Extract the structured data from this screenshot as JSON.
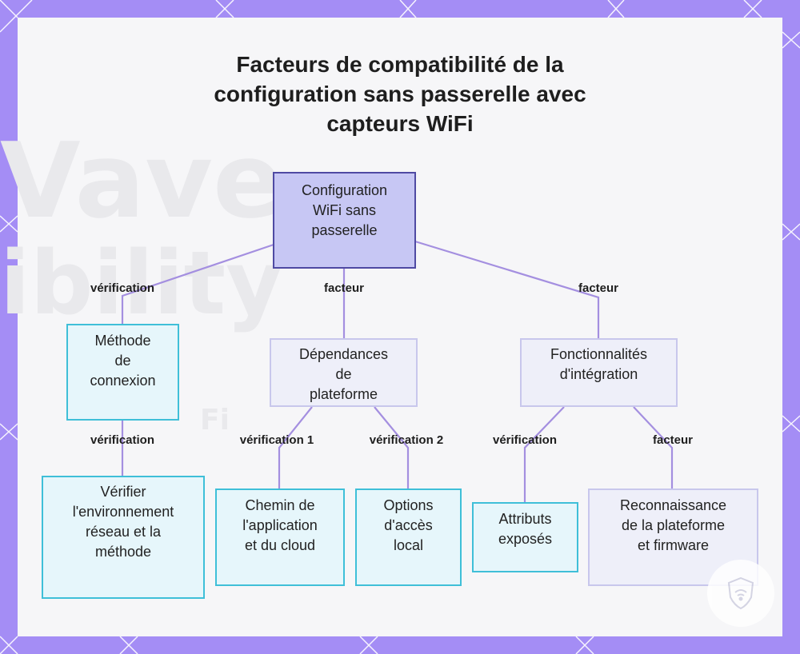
{
  "title_lines": [
    "Facteurs de compatibilité de la",
    "configuration sans passerelle avec",
    "capteurs WiFi"
  ],
  "background_watermark": [
    "Vave",
    "ibility",
    "Fi"
  ],
  "nodes": {
    "root": {
      "lines": [
        "Configuration",
        "WiFi sans",
        "passerelle"
      ]
    },
    "methode": {
      "lines": [
        "Méthode",
        "de",
        "connexion"
      ]
    },
    "dependances": {
      "lines": [
        "Dépendances",
        "de",
        "plateforme"
      ]
    },
    "fonctionnalites": {
      "lines": [
        "Fonctionnalités",
        "d'intégration"
      ]
    },
    "verifier": {
      "lines": [
        "Vérifier",
        "l'environnement",
        "réseau et la",
        "méthode"
      ]
    },
    "chemin": {
      "lines": [
        "Chemin de",
        "l'application",
        "et du cloud"
      ]
    },
    "options": {
      "lines": [
        "Options",
        "d'accès",
        "local"
      ]
    },
    "attributs": {
      "lines": [
        "Attributs",
        "exposés"
      ]
    },
    "reconnaissance": {
      "lines": [
        "Reconnaissance",
        "de la plateforme",
        "et firmware"
      ]
    }
  },
  "edge_labels": {
    "root_methode": "vérification",
    "root_dependances": "facteur",
    "root_fonctionnalites": "facteur",
    "methode_verifier": "vérification",
    "dep_chemin": "vérification 1",
    "dep_options": "vérification 2",
    "fonc_attributs": "vérification",
    "fonc_reconnaissance": "facteur"
  },
  "colors": {
    "frame": "#a48df5",
    "edge": "#a48fe0",
    "root_fill": "#c7c7f4",
    "root_border": "#4f4aa3",
    "blue_fill": "#e6f6fb",
    "blue_border": "#3fbfd8",
    "lavender_fill": "#eeeff9",
    "lavender_border": "#c8c7ec"
  }
}
